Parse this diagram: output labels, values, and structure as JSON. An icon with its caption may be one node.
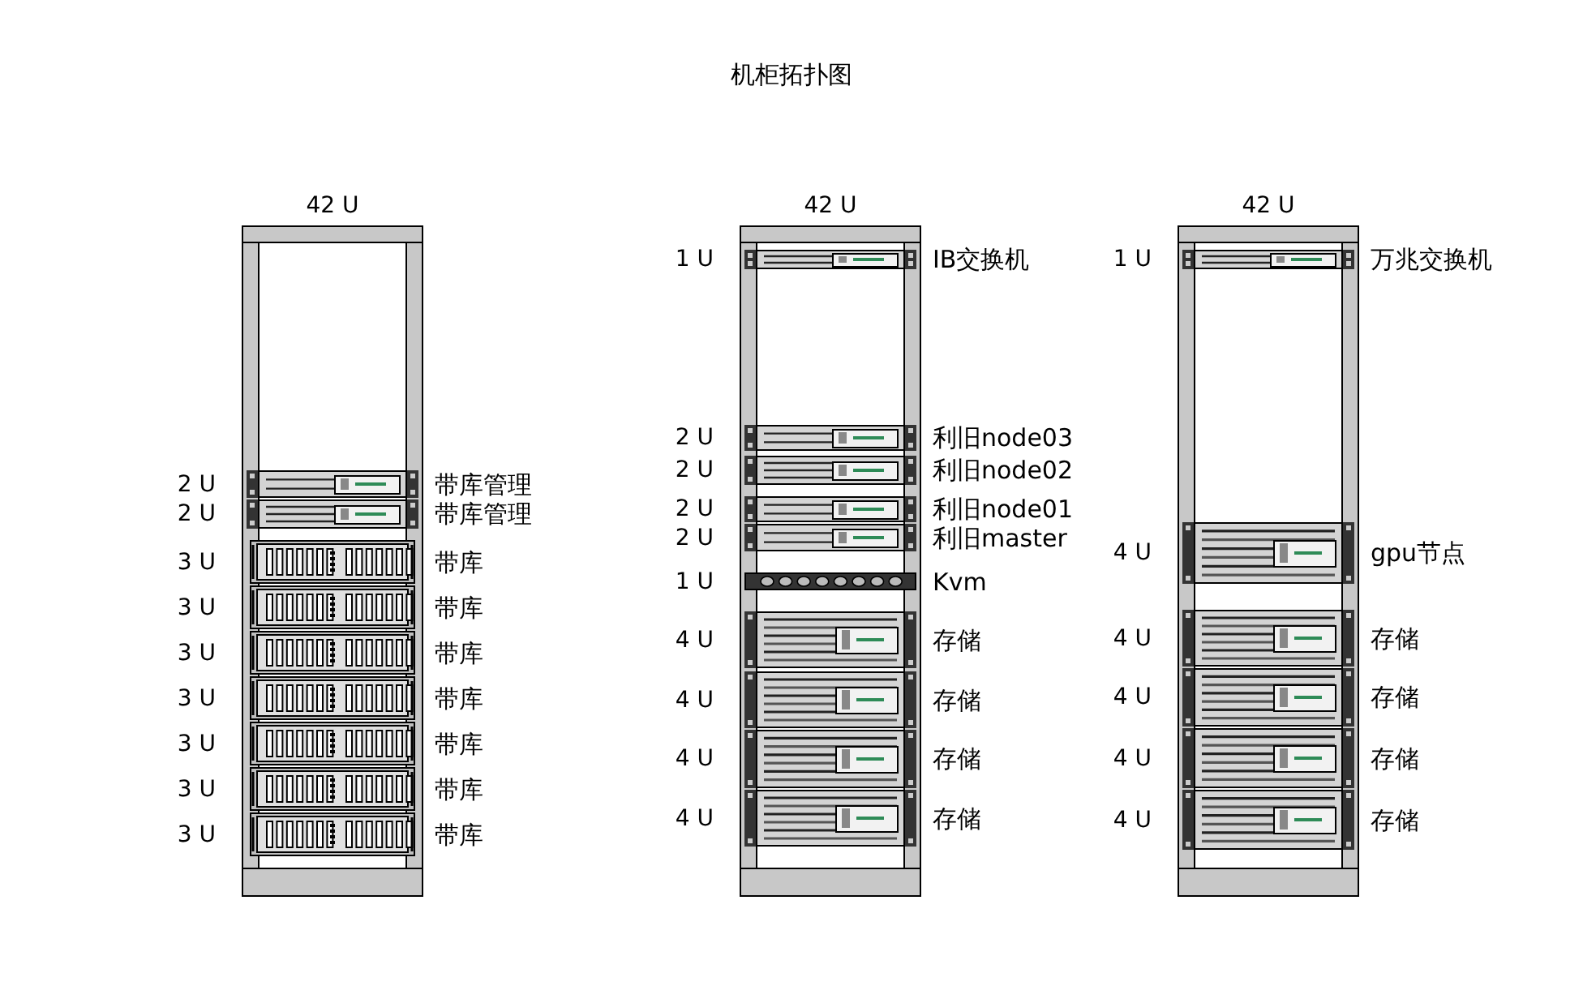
{
  "diagram": {
    "title": "机柜拓扑图",
    "nodes": [
      {
        "text": [
          "42 U"
        ]
      },
      {
        "text": [],
        "shape": "box",
        "in": 0,
        "beside": [
          "2 U",
          "带库管理"
        ]
      },
      {
        "text": [],
        "shape": "box",
        "in": 0,
        "beside": [
          "2 U",
          "带库管理"
        ]
      },
      {
        "text": [],
        "shape": "box",
        "in": 0,
        "beside": [
          "3 U",
          "带库"
        ]
      },
      {
        "text": [],
        "shape": "box",
        "in": 0,
        "beside": [
          "3 U",
          "带库"
        ]
      },
      {
        "text": [],
        "shape": "box",
        "in": 0,
        "beside": [
          "3 U",
          "带库"
        ]
      },
      {
        "text": [],
        "shape": "box",
        "in": 0,
        "beside": [
          "3 U",
          "带库"
        ]
      },
      {
        "text": [],
        "shape": "box",
        "in": 0,
        "beside": [
          "3 U",
          "带库"
        ]
      },
      {
        "text": [],
        "shape": "box",
        "in": 0,
        "beside": [
          "3 U",
          "带库"
        ]
      },
      {
        "text": [],
        "shape": "box",
        "in": 0,
        "beside": [
          "3 U",
          "带库"
        ]
      },
      {
        "text": [
          "42 U"
        ]
      },
      {
        "text": [],
        "shape": "box",
        "in": 10,
        "beside": [
          "1 U",
          "IB交换机"
        ]
      },
      {
        "text": [],
        "shape": "box",
        "in": 10,
        "beside": [
          "2 U",
          "利旧node03"
        ]
      },
      {
        "text": [],
        "shape": "box",
        "in": 10,
        "beside": [
          "2 U",
          "利旧node02"
        ]
      },
      {
        "text": [],
        "shape": "box",
        "in": 10,
        "beside": [
          "2 U",
          "利旧node01"
        ]
      },
      {
        "text": [],
        "shape": "box",
        "in": 10,
        "beside": [
          "2 U",
          "利旧master"
        ]
      },
      {
        "text": [],
        "shape": "box",
        "in": 10,
        "beside": [
          "1 U",
          "Kvm"
        ]
      },
      {
        "text": [],
        "shape": "box",
        "in": 10,
        "beside": [
          "4 U",
          "存储"
        ]
      },
      {
        "text": [],
        "shape": "box",
        "in": 10,
        "beside": [
          "4 U",
          "存储"
        ]
      },
      {
        "text": [],
        "shape": "box",
        "in": 10,
        "beside": [
          "4 U",
          "存储"
        ]
      },
      {
        "text": [],
        "shape": "box",
        "in": 10,
        "beside": [
          "4 U",
          "存储"
        ]
      },
      {
        "text": [
          "42 U"
        ]
      },
      {
        "text": [],
        "shape": "box",
        "in": 21,
        "beside": [
          "1 U",
          "万兆交换机"
        ]
      },
      {
        "text": [],
        "shape": "box",
        "in": 21,
        "beside": [
          "4 U",
          "gpu节点"
        ]
      },
      {
        "text": [],
        "shape": "box",
        "in": 21,
        "beside": [
          "4 U",
          "存储"
        ]
      },
      {
        "text": [],
        "shape": "box",
        "in": 21,
        "beside": [
          "4 U",
          "存储"
        ]
      },
      {
        "text": [],
        "shape": "box",
        "in": 21,
        "beside": [
          "4 U",
          "存储"
        ]
      },
      {
        "text": [],
        "shape": "box",
        "in": 21,
        "beside": [
          "4 U",
          "存储"
        ]
      }
    ]
  }
}
